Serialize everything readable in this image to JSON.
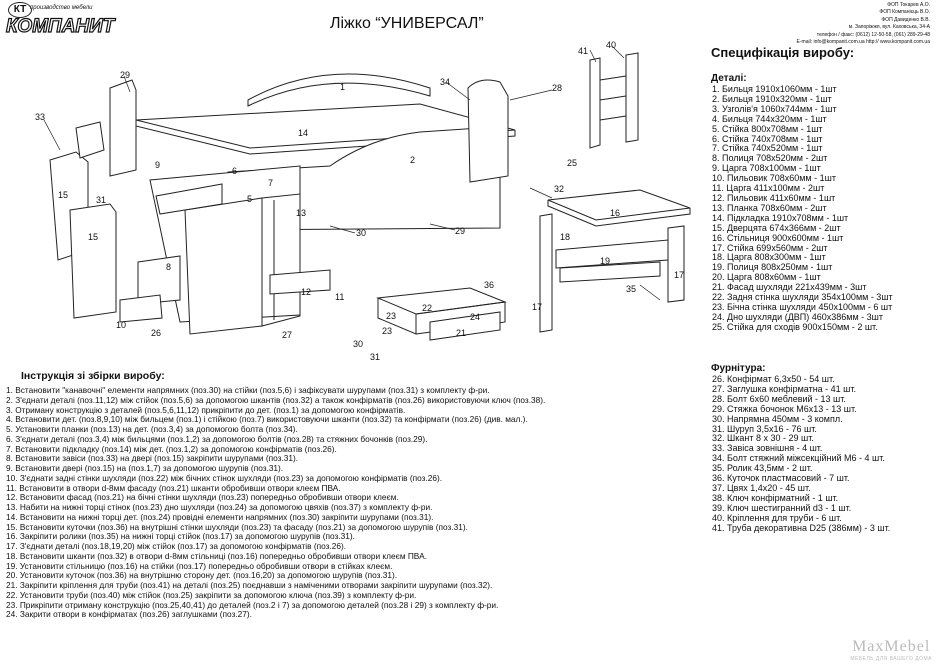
{
  "logo": {
    "badge": "КТ",
    "subtitle": "производство мебели",
    "name": "КОМПАНИТ"
  },
  "title": "Ліжко “УНИВЕРСАЛ”",
  "company_lines": [
    "ФОП Токарев А.О.",
    "ФОП Компанієць В.О.",
    "ФОП Давиденко В.В.",
    "м. Запоріжжя, вул. Каховська, 34-А",
    "телефон / факс: (0612) 12-50-58, (061) 289-29-48",
    "E-mail: info@kompanit.com.ua http:// www.kompanit.com.ua"
  ],
  "spec_title": "Специфікація виробу:",
  "details_heading": "Деталі:",
  "details": [
    "1. Бильця 1910х1060мм - 1шт",
    "2. Бильця 1910х320мм - 1шт",
    "3. Узголів'я 1060х744мм - 1шт",
    "4. Бильця 744х320мм - 1шт",
    "5. Стійка 800х708мм - 1шт",
    "6. Стійка 740х708мм - 1шт",
    "7. Стійка 740х520мм - 1шт",
    "8. Полиця 708х520мм - 2шт",
    "9. Царга 708х100мм - 1шт",
    "10. Пильовик 708х60мм - 1шт",
    "11. Царга 411х100мм - 2шт",
    "12. Пильовик 411х60мм - 1шт",
    "13. Планка 708х60мм - 2шт",
    "14. Підкладка 1910х708мм - 1шт",
    "15. Дверцята 674х366мм - 2шт",
    "16. Стільниця 900х600мм - 1шт",
    "17. Стійка 699х560мм - 2шт",
    "18. Царга 808х300мм - 1шт",
    "19. Полиця 808х250мм - 1шт",
    "20. Царга 808х60мм - 1шт",
    "21. Фасад шухляди 221х439мм - 3шт",
    "22. Задня стінка шухляди 354х100мм - 3шт",
    "23. Бічна стінка шухляди 450х100мм - 6 шт",
    "24. Дно шухляди (ДВП) 460х386мм - 3шт",
    "25. Стійка для сходів 900х150мм - 2 шт."
  ],
  "hardware_heading": "Фурнітура:",
  "hardware": [
    "26. Конфірмат 6,3х50 - 54 шт.",
    "27. Заглушка конфірматна - 41 шт.",
    "28. Болт 6х60 меблевий - 13 шт.",
    "29. Стяжка бочонок М6х13 - 13 шт.",
    "30. Напрямна 450мм - 3 компл.",
    "31. Шуруп 3,5х16 - 76 шт.",
    "32. Шкант 8 х 30 - 29 шт.",
    "33. Завіса зовнішня - 4 шт.",
    "34. Болт стяжний міжсекційний М6 - 4 шт.",
    "35. Ролик 43,5мм - 2 шт.",
    "36. Куточок пластмасовий - 7 шт.",
    "37. Цвях 1,4х20 - 45 шт.",
    "38. Ключ конфірматний - 1 шт.",
    "39. Ключ шестигранний d3 - 1 шт.",
    "40. Кріплення для труби - 6 шт.",
    "41. Труба декоративна D25 (386мм) - 3 шт."
  ],
  "instructions_heading": "Інструкція зі збірки виробу:",
  "instructions": [
    "1. Встановити \"канавочні\" елементи напрямних (поз.30) на стійки (поз.5,6) і зафіксувати шурупами (поз.31) з комплекту ф-ри.",
    "2. З'єднати деталі (поз.11,12) між стійок (поз.5,6) за допомогою шкантів (поз.32) а також конфірматів (поз.26) використовуючи ключ (поз.38).",
    "3. Отриману конструкцію з деталей (поз.5,6,11,12) прикріпити до дет. (поз.1) за допомогою конфірматів.",
    "4. Встановити дет. (поз.8,9,10) між бильцем (поз.1) і стійкою (поз.7) використовуючи шканти (поз.32) та конфірмати (поз.26) (див. мал.).",
    "5. Установити планки (поз.13) на дет. (поз.3,4) за допомогою болта (поз.34).",
    "6. З'єднати деталі (поз.3,4) між бильцями (поз.1,2) за допомогою болтів (поз.28) та стяжних бочонків (поз.29).",
    "7. Встановити підкладку (поз.14) між дет. (поз.1,2) за допомогою конфірматів (поз.26).",
    "8. Встановити завіси (поз.33) на двері (поз.15) закріпити шурупами (поз.31).",
    "9. Встановити двері (поз.15) на (поз.1,7) за допомогою шурупів (поз.31).",
    "10. З'єднати задні стінки шухляди (поз.22) між бічних стінок шухляди (поз.23) за допомогою конфірматів (поз.26).",
    "11. Встановити в отвори d-8мм фасаду (поз.21) шканти обробивши отвори клеєм ПВА.",
    "12. Встановити фасад (поз.21) на бічні стінки шухляди (поз.23) попередньо обробивши отвори клеєм.",
    "13. Набити на нижні торці стінок (поз.23) дно шухляди (поз.24) за допомогою цвяхів (поз.37) з комплекту ф-ри.",
    "14. Встановити на нижні торці дет. (поз.24) провідні елементи напрямних (поз.30) закріпити шурупами (поз.31).",
    "15. Встановити куточки (поз.36) на внутрішні стінки шухляди (поз.23) та фасаду (поз.21) за допомогою шурупів (поз.31).",
    "16. Закріпити ролики (поз.35) на нижні торці стійок (поз.17) за допомогою шурупів (поз.31).",
    "17. З'єднати деталі (поз.18,19,20) між стійок (поз.17) за допомогою конфірматів (поз.26).",
    "18. Встановити шканти (поз.32) в отвори d-8мм стільниці (поз.16) попередньо обробивши отвори клеєм ПВА.",
    "19. Установити стільницю (поз.16) на стійки (поз.17) попередньо обробивши отвори в стійках клеєм.",
    "20. Установити куточок (поз.36) на внутрішню сторону дет. (поз.16,20) за допомогою шурупів (поз.31).",
    "21. Закріпити кріплення для труби (поз.41) на деталі (поз.25) поєднавши з наміченими отворами закріпити шурупами (поз.32).",
    "22. Установити труби (поз.40) між стійок (поз.25) закріпити за допомогою ключа (поз.39) з комплекту ф-ри.",
    "23. Прикріпити отриману конструкцію (поз.25,40,41) до деталей (поз.2 і 7) за допомогою деталей (поз.28 і 29) з комплекту ф-ри.",
    "24. Закрити отвори в конфірматах (поз.26) заглушками (поз.27)."
  ],
  "diagram_labels": [
    "1",
    "2",
    "14",
    "29",
    "34",
    "28",
    "41",
    "40",
    "25",
    "33",
    "31",
    "15",
    "15",
    "9",
    "6",
    "5",
    "7",
    "8",
    "10",
    "26",
    "27",
    "30",
    "12",
    "11",
    "13",
    "29",
    "32",
    "16",
    "17",
    "18",
    "19",
    "17",
    "35",
    "36",
    "22",
    "23",
    "21",
    "24",
    "23",
    "30",
    "31"
  ],
  "watermark": {
    "brand": "MaxMebel",
    "tagline": "МЕБЕЛЬ ДЛЯ ВАШЕГО ДОМА"
  }
}
